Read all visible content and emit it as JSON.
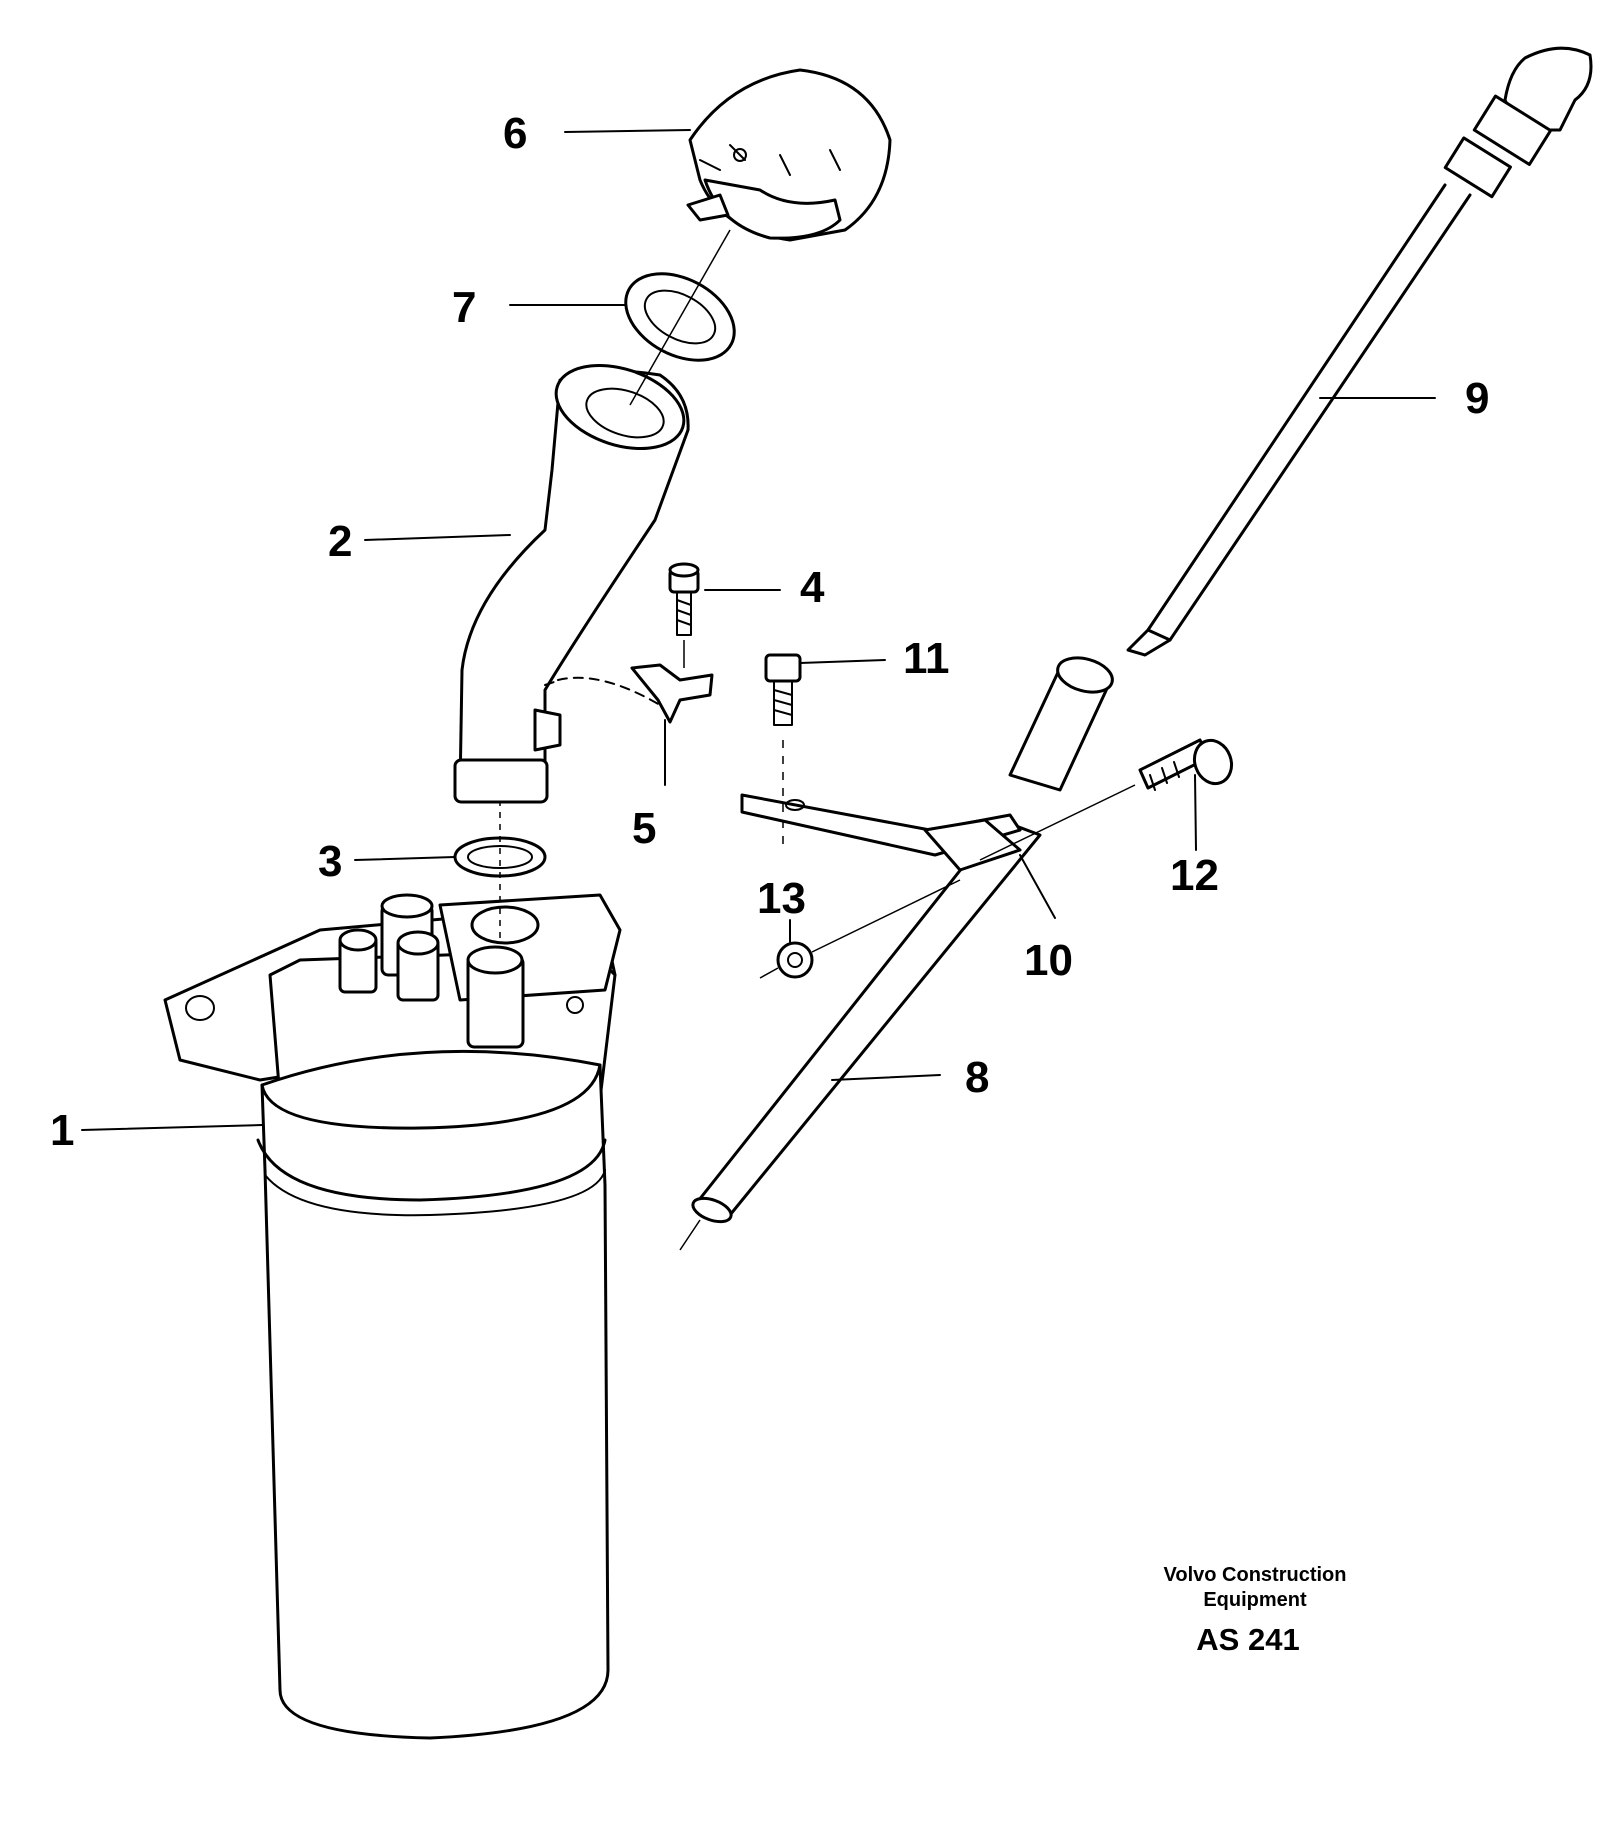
{
  "callouts": [
    {
      "id": "1",
      "text": "1"
    },
    {
      "id": "2",
      "text": "2"
    },
    {
      "id": "3",
      "text": "3"
    },
    {
      "id": "4",
      "text": "4"
    },
    {
      "id": "5",
      "text": "5"
    },
    {
      "id": "6",
      "text": "6"
    },
    {
      "id": "7",
      "text": "7"
    },
    {
      "id": "8",
      "text": "8"
    },
    {
      "id": "9",
      "text": "9"
    },
    {
      "id": "10",
      "text": "10"
    },
    {
      "id": "11",
      "text": "11"
    },
    {
      "id": "12",
      "text": "12"
    },
    {
      "id": "13",
      "text": "13"
    }
  ],
  "footer": {
    "company_line1": "Volvo Construction",
    "company_line2": "Equipment",
    "drawing_code": "AS 241"
  }
}
